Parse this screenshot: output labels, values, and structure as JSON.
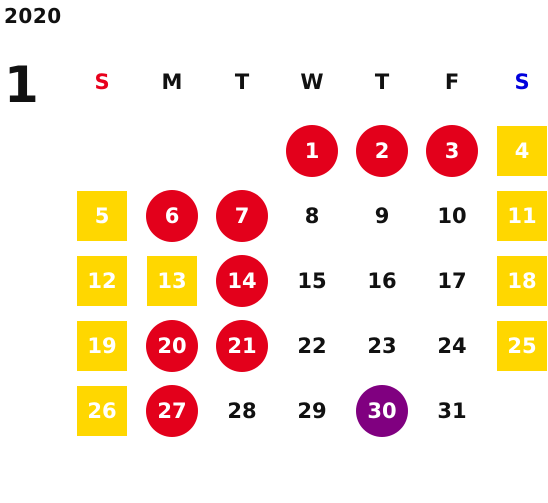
{
  "calendar": {
    "year": "2020",
    "month": "1",
    "weekdays": [
      "S",
      "M",
      "T",
      "W",
      "T",
      "F",
      "S"
    ],
    "first_weekday_index": 3,
    "days": [
      {
        "label": "1",
        "type": "holiday"
      },
      {
        "label": "2",
        "type": "holiday"
      },
      {
        "label": "3",
        "type": "holiday"
      },
      {
        "label": "4",
        "type": "weekend"
      },
      {
        "label": "5",
        "type": "weekend"
      },
      {
        "label": "6",
        "type": "holiday"
      },
      {
        "label": "7",
        "type": "holiday"
      },
      {
        "label": "8",
        "type": "normal"
      },
      {
        "label": "9",
        "type": "normal"
      },
      {
        "label": "10",
        "type": "normal"
      },
      {
        "label": "11",
        "type": "weekend"
      },
      {
        "label": "12",
        "type": "weekend"
      },
      {
        "label": "13",
        "type": "weekend"
      },
      {
        "label": "14",
        "type": "holiday"
      },
      {
        "label": "15",
        "type": "normal"
      },
      {
        "label": "16",
        "type": "normal"
      },
      {
        "label": "17",
        "type": "normal"
      },
      {
        "label": "18",
        "type": "weekend"
      },
      {
        "label": "19",
        "type": "weekend"
      },
      {
        "label": "20",
        "type": "holiday"
      },
      {
        "label": "21",
        "type": "holiday"
      },
      {
        "label": "22",
        "type": "normal"
      },
      {
        "label": "23",
        "type": "normal"
      },
      {
        "label": "24",
        "type": "normal"
      },
      {
        "label": "25",
        "type": "weekend"
      },
      {
        "label": "26",
        "type": "weekend"
      },
      {
        "label": "27",
        "type": "holiday"
      },
      {
        "label": "28",
        "type": "normal"
      },
      {
        "label": "29",
        "type": "normal"
      },
      {
        "label": "30",
        "type": "special"
      },
      {
        "label": "31",
        "type": "normal"
      }
    ]
  },
  "colors": {
    "sunday_header": "#e8001c",
    "saturday_header": "#0000dd",
    "weekday_header": "#111111",
    "holiday": "#e3001b",
    "weekend": "#ffd700",
    "special": "#800080",
    "text": "#111111"
  }
}
